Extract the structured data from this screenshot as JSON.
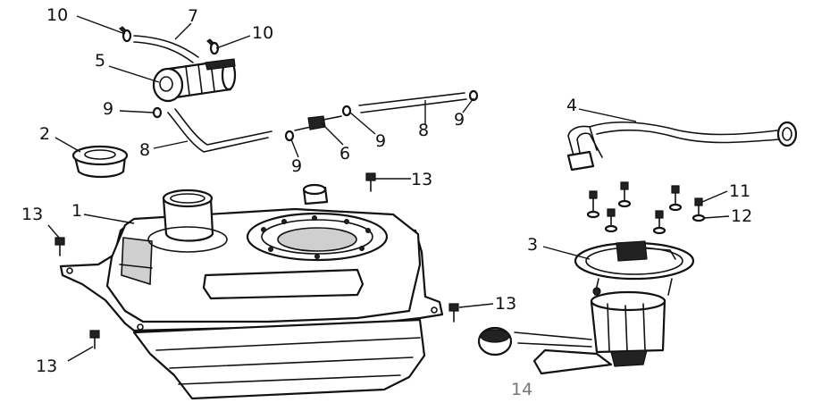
{
  "diagram": {
    "callouts": [
      {
        "id": "c1",
        "text": "1"
      },
      {
        "id": "c2",
        "text": "2"
      },
      {
        "id": "c3",
        "text": "3"
      },
      {
        "id": "c4",
        "text": "4"
      },
      {
        "id": "c5",
        "text": "5"
      },
      {
        "id": "c6",
        "text": "6"
      },
      {
        "id": "c7",
        "text": "7"
      },
      {
        "id": "c8a",
        "text": "8"
      },
      {
        "id": "c8b",
        "text": "8"
      },
      {
        "id": "c9a",
        "text": "9"
      },
      {
        "id": "c9b",
        "text": "9"
      },
      {
        "id": "c9c",
        "text": "9"
      },
      {
        "id": "c9d",
        "text": "9"
      },
      {
        "id": "c10a",
        "text": "10"
      },
      {
        "id": "c10b",
        "text": "10"
      },
      {
        "id": "c11",
        "text": "11"
      },
      {
        "id": "c12",
        "text": "12"
      },
      {
        "id": "c13a",
        "text": "13"
      },
      {
        "id": "c13b",
        "text": "13"
      },
      {
        "id": "c13c",
        "text": "13"
      },
      {
        "id": "c13d",
        "text": "13"
      },
      {
        "id": "c14",
        "text": "14"
      }
    ],
    "colors": {
      "line": "#111111",
      "callout_14": "#777777"
    }
  }
}
